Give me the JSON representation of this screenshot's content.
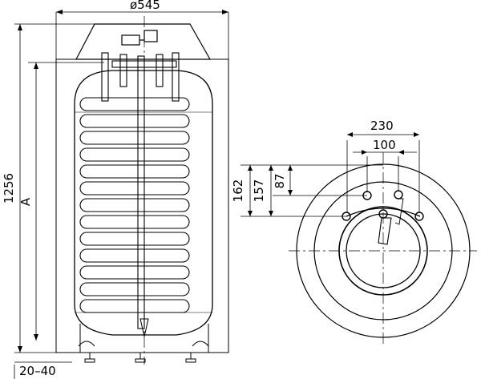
{
  "side_view": {
    "diameter_label": "ø545",
    "height_label": "1256",
    "a_label": "A",
    "feet_label": "20–40"
  },
  "top_view": {
    "width_outer_label": "230",
    "width_inner_label": "100",
    "offset_large_label": "162",
    "offset_mid_label": "157",
    "offset_small_label": "87"
  }
}
